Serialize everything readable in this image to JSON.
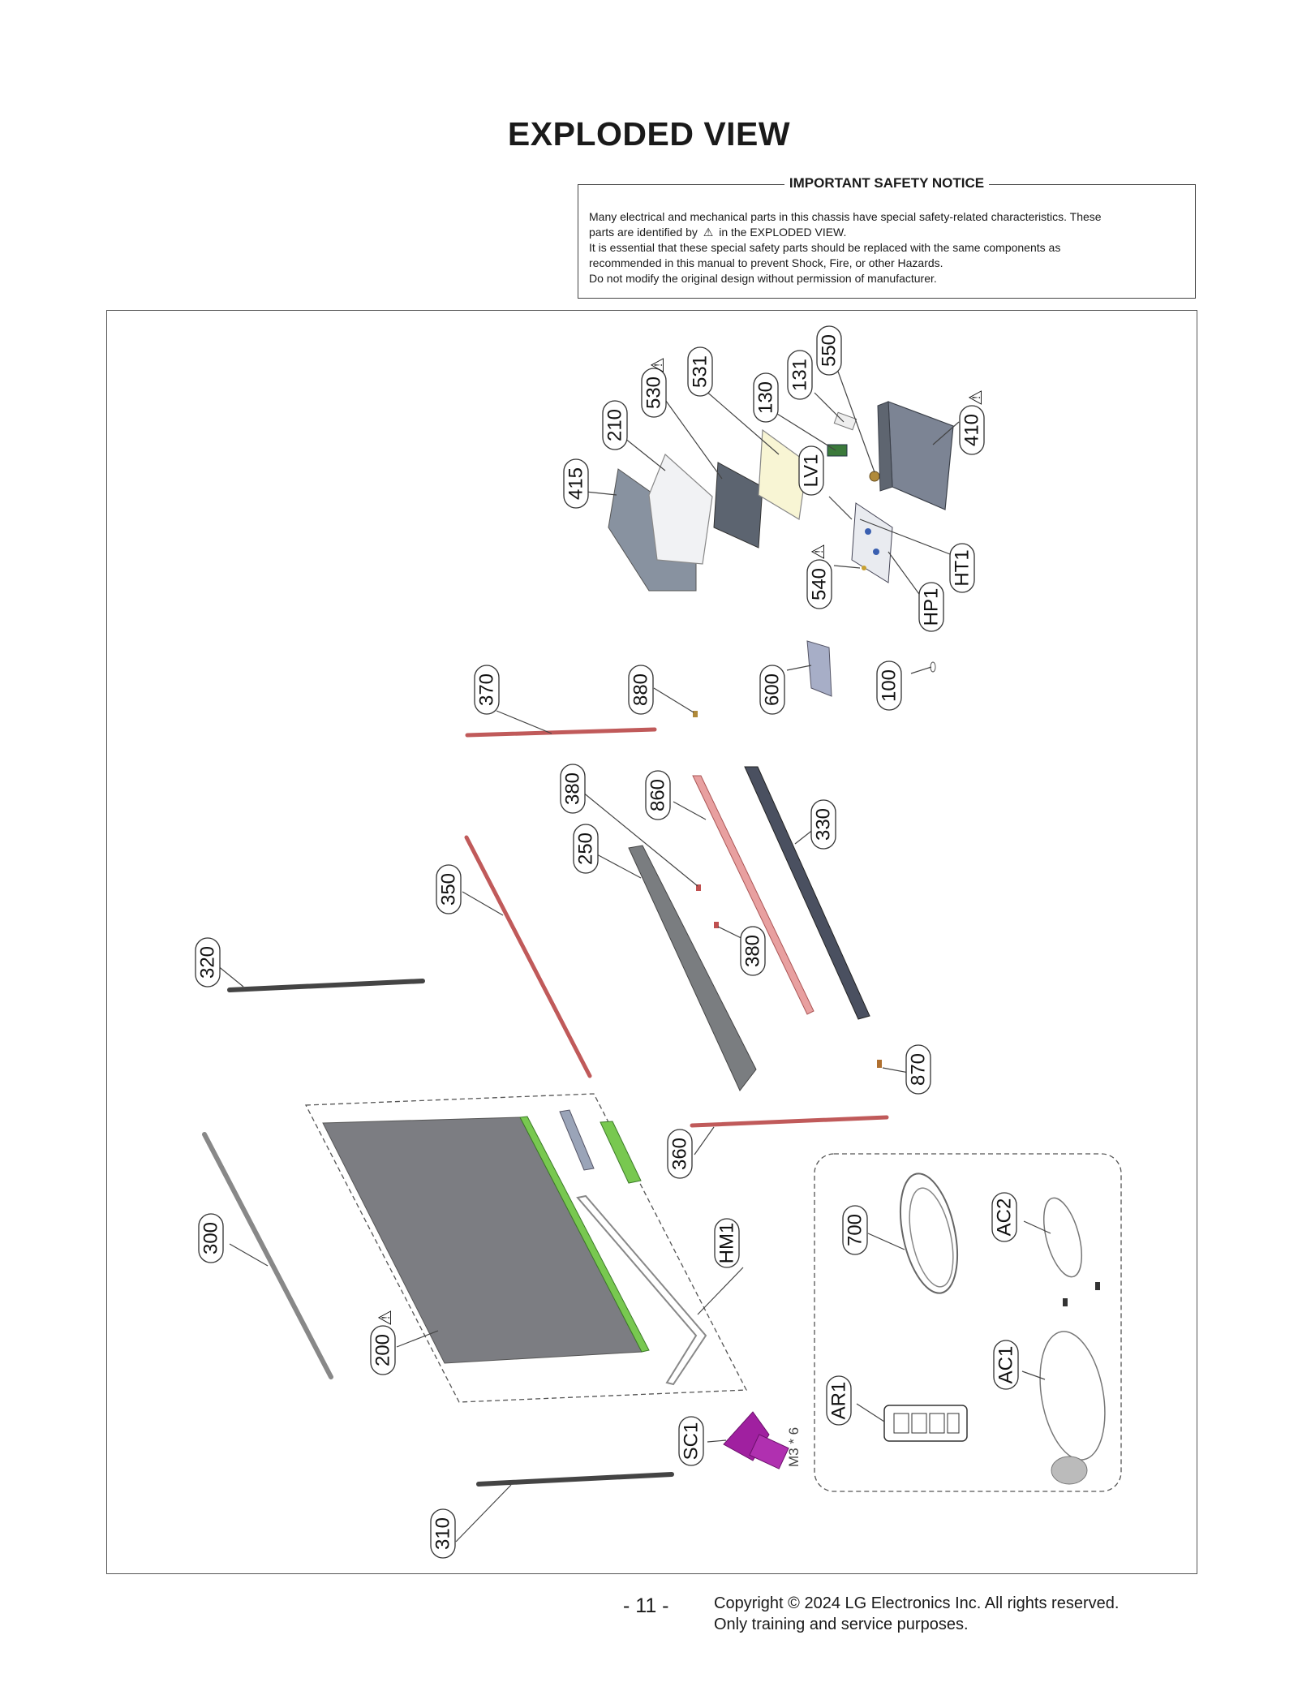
{
  "title": "EXPLODED VIEW",
  "notice": {
    "heading": "IMPORTANT SAFETY NOTICE",
    "line1": "Many electrical and mechanical parts in this chassis have special safety-related characteristics. These",
    "line2_pre": "parts are identified by",
    "line2_post": "in the EXPLODED VIEW.",
    "line3": "It is essential that these special safety parts should be replaced with the same components as",
    "line4": "recommended in this manual to prevent Shock, Fire, or other Hazards.",
    "line5": "Do not modify the original design without permission of manufacturer."
  },
  "callouts": {
    "p415": "415",
    "p210": "210",
    "p530": "530",
    "p531": "531",
    "p130": "130",
    "p131": "131",
    "p550": "550",
    "p410": "410",
    "pLV1": "LV1",
    "p540": "540",
    "pHP1": "HP1",
    "pHT1": "HT1",
    "p370": "370",
    "p880": "880",
    "p600": "600",
    "p100": "100",
    "p380a": "380",
    "p860": "860",
    "p330": "330",
    "p250": "250",
    "p350": "350",
    "p380b": "380",
    "p320": "320",
    "p870": "870",
    "p360": "360",
    "p300": "300",
    "p700": "700",
    "pAC2": "AC2",
    "pHM1": "HM1",
    "p200": "200",
    "pAC1": "AC1",
    "pAR1": "AR1",
    "pSC1": "SC1",
    "p310": "310"
  },
  "screw_spec": "M3 * 6",
  "safety_symbol": "⚠",
  "page_number": "- 11 -",
  "copyright_line1": "Copyright © 2024 LG Electronics Inc. All rights reserved.",
  "copyright_line2": "Only training and service purposes."
}
